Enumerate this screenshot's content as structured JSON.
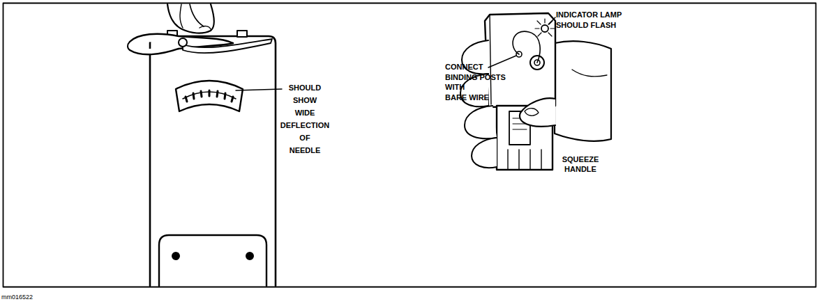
{
  "diagram": {
    "labels": [
      "SHOULD SHOW WIDE DEFLECTION OF NEEDLE",
      "INDICATOR LAMP SHOULD FLASH",
      "CONNECT BINDING POSTS WITH BARE WIRE",
      "SQUEEZE HANDLE",
      "mm016522"
    ]
  }
}
